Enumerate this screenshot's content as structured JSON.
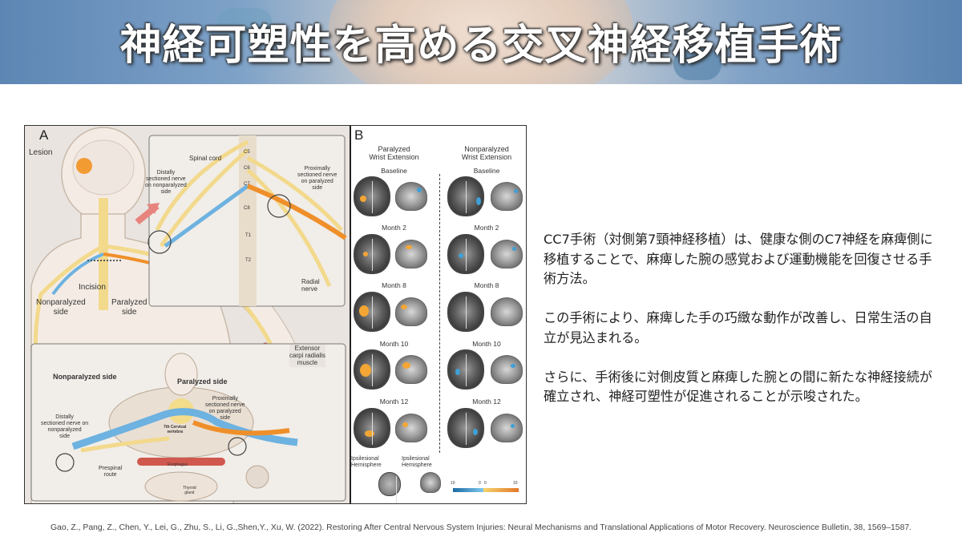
{
  "title": "神経可塑性を高める交叉神経移植手術",
  "figure": {
    "panel_a": {
      "label": "A",
      "lesion": "Lesion",
      "incision": "Incision",
      "nonparalyzed_side": "Nonparalyzed\nside",
      "paralyzed_side": "Paralyzed\nside",
      "spinal_cord": "Spinal cord",
      "distally_sectioned": "Distally\nsectioned nerve\non nonparalyzed\nside",
      "proximally_sectioned": "Proximally\nsectioned nerve\non paralyzed\nside",
      "radial_nerve": "Radial\nnerve",
      "extensor": "Extensor\ncarpi radialis\nmuscle",
      "vertebrae": [
        "C5",
        "C6",
        "C7",
        "C8",
        "T1",
        "T2"
      ],
      "inset_nonparalyzed": "Nonparalyzed side",
      "inset_paralyzed": "Paralyzed side",
      "inset_distally": "Distally\nsectioned nerve on\nnonparalyzed\nside",
      "inset_proximally": "Proximally\nsectioned nerve\non paralyzed\nside",
      "seventh_cervical": "7th Cervical\nvertebra",
      "esophagus": "Esophagus",
      "prespinal_route": "Prespinal\nroute",
      "thyroid_gland": "Thyroid\ngland"
    },
    "panel_b": {
      "label": "B",
      "col_paralyzed": "Paralyzed\nWrist Extension",
      "col_nonparalyzed": "Nonparalyzed\nWrist Extension",
      "rows": [
        "Baseline",
        "Month 2",
        "Month 8",
        "Month 10",
        "Month 12"
      ],
      "legend_ipsilesional": "Ipsilesional\nHemisphere",
      "colorbar_ticks": [
        "10",
        "0",
        "0",
        "10"
      ],
      "colors": {
        "activation_orange": "#f3a634",
        "activation_blue": "#3fa0d6"
      }
    }
  },
  "body": {
    "p1": "CC7手術（対側第7頸神経移植）は、健康な側のC7神経を麻痺側に移植することで、麻痺した腕の感覚および運動機能を回復させる手術方法。",
    "p2": "この手術により、麻痺した手の巧緻な動作が改善し、日常生活の自立が見込まれる。",
    "p3": "さらに、手術後に対側皮質と麻痺した腕との間に新たな神経接続が確立され、神経可塑性が促進されることが示唆された。"
  },
  "citation": "Gao, Z., Pang, Z., Chen, Y., Lei, G., Zhu, S., Li, G.,Shen,Y., Xu, W. (2022). Restoring After Central Nervous System Injuries: Neural Mechanisms and Translational Applications of Motor Recovery. Neuroscience Bulletin, 38, 1569–1587."
}
